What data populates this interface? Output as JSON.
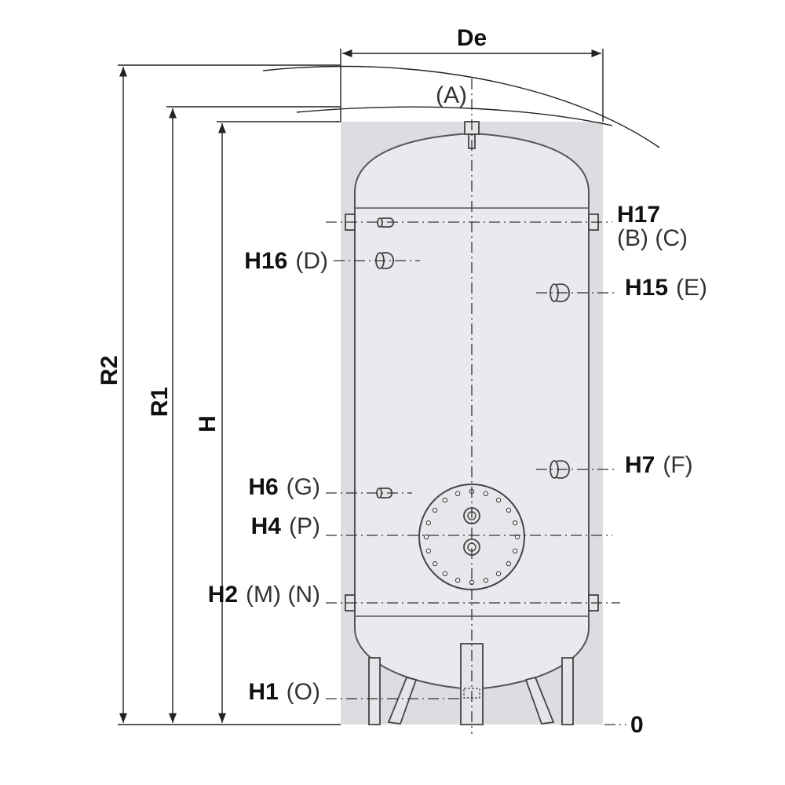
{
  "dimensions": {
    "width_label": "De",
    "r2_label": "R2",
    "r1_label": "R1",
    "h_label": "H",
    "zero_label": "0"
  },
  "connections": {
    "top": {
      "code": "(A)"
    },
    "h17": {
      "name": "H17",
      "code": "(B) (C)"
    },
    "h16": {
      "name": "H16",
      "code": "(D)"
    },
    "h15": {
      "name": "H15",
      "code": "(E)"
    },
    "h7": {
      "name": "H7",
      "code": "(F)"
    },
    "h6": {
      "name": "H6",
      "code": "(G)"
    },
    "h4": {
      "name": "H4",
      "code": "(P)"
    },
    "h2": {
      "name": "H2",
      "code": "(M) (N)"
    },
    "h1": {
      "name": "H1",
      "code": "(O)"
    }
  },
  "colors": {
    "shell_fill": "#e9eaed",
    "envelope_fill": "#dcdde0",
    "line": "#222222"
  }
}
